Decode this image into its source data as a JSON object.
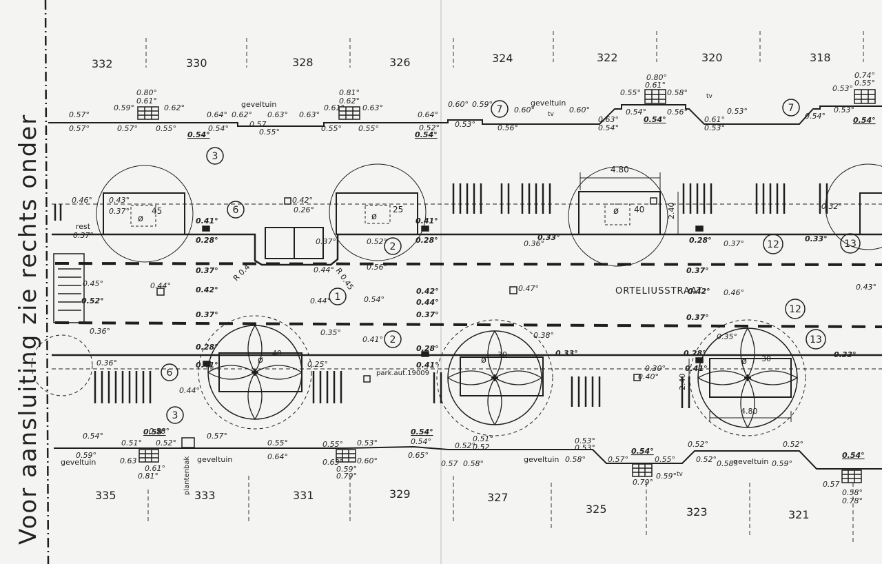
{
  "side_note": "Voor aansluiting zie rechts onder",
  "street_name": "ORTELIUSSTRAAT",
  "house_numbers_top": [
    "332",
    "330",
    "328",
    "326",
    "324",
    "322",
    "320",
    "318"
  ],
  "house_numbers_bottom": [
    "335",
    "333",
    "331",
    "329",
    "327",
    "325",
    "323",
    "321"
  ],
  "labels": {
    "geveltuin": "geveltuin",
    "rest": "rest",
    "plantenbak": "plantenbak",
    "park_aut": "park.aut.19009",
    "tv": "tv",
    "radius_a": "R 0.4",
    "radius_b": "R 0.45"
  },
  "dimensions": {
    "width_a": "4.80",
    "width_b": "4.80",
    "height_a": "2.40",
    "height_b": "2.40"
  },
  "tree_values": [
    "45",
    "25",
    "40",
    "40",
    "30",
    "30"
  ],
  "callouts": [
    "1",
    "2",
    "2",
    "3",
    "3",
    "6",
    "6",
    "7",
    "7",
    "12",
    "12",
    "13",
    "13"
  ],
  "levels": {
    "top_sidewalk": [
      "0.57°",
      "0.57°",
      "0.59°",
      "0.57°",
      "0.80°",
      "0.61°",
      "0.62°",
      "0.55°",
      "0.64°",
      "0.54°",
      "0.62°",
      "0.63°",
      "0.63°",
      "0.57",
      "0.55°",
      "0.81°",
      "0.62°",
      "0.61°",
      "0.63°",
      "0.55°",
      "0.55°",
      "0.64°",
      "0.52°",
      "0.60°",
      "0.59°",
      "0.53°",
      "0.56°",
      "0.60°",
      "0.60°",
      "0.80°",
      "0.61°",
      "0.55°",
      "0.58°",
      "0.54°",
      "0.56°",
      "0.63°",
      "0.54°",
      "0.61°",
      "0.53°",
      "0.53°",
      "0.74°",
      "0.55°",
      "0.53°",
      "0.53°",
      "0.54°"
    ],
    "top_bold": [
      "0.54°",
      "0.54°",
      "0.54°",
      "0.54°"
    ],
    "road_plain": [
      "0.46°",
      "0.37°",
      "0.43°",
      "0.37°",
      "0.42°",
      "0.26°",
      "0.37°",
      "0.52°",
      "0.44°",
      "0.56°",
      "0.36°",
      "0.32°",
      "0.37°",
      "0.45°",
      "0.44°",
      "0.44°",
      "0.54°",
      "0.47°",
      "0.46°",
      "0.43°",
      "0.36°",
      "0.35°",
      "0.41°",
      "0.38°",
      "0.35°",
      "0.36°",
      "0.25°",
      "0.30°",
      "0.40°",
      "0.44°"
    ],
    "road_bold": [
      "0.41°",
      "0.28°",
      "0.41°",
      "0.28°",
      "0.33°",
      "0.28°",
      "0.33°",
      "0.37°",
      "0.42°",
      "0.42°",
      "0.44°",
      "0.37°",
      "0.37°",
      "0.37°",
      "0.52°",
      "0.42°",
      "0.37°",
      "0.28°",
      "0.41°",
      "0.28°",
      "0.41°",
      "0.33°",
      "0.28°",
      "0.41°",
      "0.33°"
    ],
    "bottom_sidewalk": [
      "0.54°",
      "0.59°",
      "0.58°",
      "0.51°",
      "0.52°",
      "0.63",
      "0.61°",
      "0.81°",
      "0.57°",
      "0.64°",
      "0.55°",
      "0.55°",
      "0.63°",
      "0.53°",
      "0.59°",
      "0.60°",
      "0.79°",
      "0.54°",
      "0.65°",
      "0.52°",
      "0.51°",
      "0.52",
      "0.57",
      "0.58°",
      "0.58°",
      "0.53°",
      "0.53°",
      "0.57°",
      "0.55°",
      "0.59°",
      "0.79°",
      "0.52°",
      "0.52°",
      "0.58°",
      "0.59°",
      "0.52°",
      "0.57",
      "0.58°",
      "0.78°"
    ],
    "bottom_bold": [
      "0.58°",
      "0.54°",
      "0.54°",
      "0.54°"
    ]
  },
  "colors": {
    "paper": "#f4f4f2",
    "ink": "#1e1e1e"
  }
}
